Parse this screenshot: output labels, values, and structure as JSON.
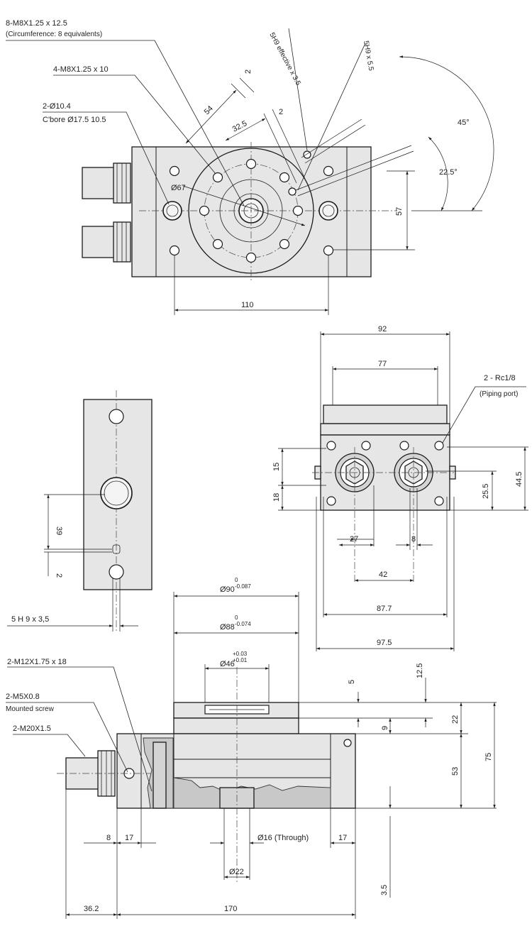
{
  "top_view": {
    "callout_8m8_line1": "8-M8X1.25 x 12.5",
    "callout_8m8_line2": "(Circumference: 8 equivalents)",
    "callout_4m8": "4-M8X1.25 x 10",
    "callout_2d104_line1": "2-Ø10.4",
    "callout_2d104_line2": "C'bore Ø17.5   10.5",
    "callout_5h9_effective": "5H9 effective  x 3.5",
    "callout_5h9_55": "5H9 x 5.5",
    "dim_2_a": "2",
    "dim_2_b": "2",
    "dim_54": "54",
    "dim_32_5": "32.5",
    "dim_d67": "Ø67",
    "dim_45deg": "45°",
    "dim_22_5deg": "22.5°",
    "dim_57": "57",
    "dim_110": "110"
  },
  "side_view": {
    "dim_39": "39",
    "dim_2": "2",
    "callout_5h9": "5 H  9 x 3,5"
  },
  "right_view": {
    "dim_92": "92",
    "dim_77": "77",
    "callout_rc_line1": "2 - Rc1/8",
    "callout_rc_line2": "(Piping port)",
    "dim_15": "15",
    "dim_18": "18",
    "dim_25_5": "25.5",
    "dim_44_5": "44.5",
    "dim_27": "27",
    "dim_8": "8",
    "dim_42": "42",
    "dim_87_7": "87.7",
    "dim_97_5": "97.5"
  },
  "front_view": {
    "dim_d90": "Ø90",
    "tol_d90_upper": "0",
    "tol_d90_lower": "-0.087",
    "dim_d88": "Ø88",
    "tol_d88_upper": "0",
    "tol_d88_lower": "-0.074",
    "dim_d46": "Ø46",
    "tol_d46_upper": "+0.03",
    "tol_d46_lower": "+0.01",
    "callout_m12": "2-M12X1.75 x 18",
    "callout_m5_line1": "2-M5X0.8",
    "callout_m5_line2": "Mounted screw",
    "callout_m20": "2-M20X1.5",
    "dim_5": "5",
    "dim_12_5": "12.5",
    "dim_9": "9",
    "dim_22": "22",
    "dim_53": "53",
    "dim_75": "75",
    "dim_8": "8",
    "dim_17_left": "17",
    "dim_16_through": "Ø16 (Through)",
    "dim_17_right": "17",
    "dim_d22": "Ø22",
    "dim_3_5": "3.5",
    "dim_36_2": "36.2",
    "dim_170": "170"
  }
}
